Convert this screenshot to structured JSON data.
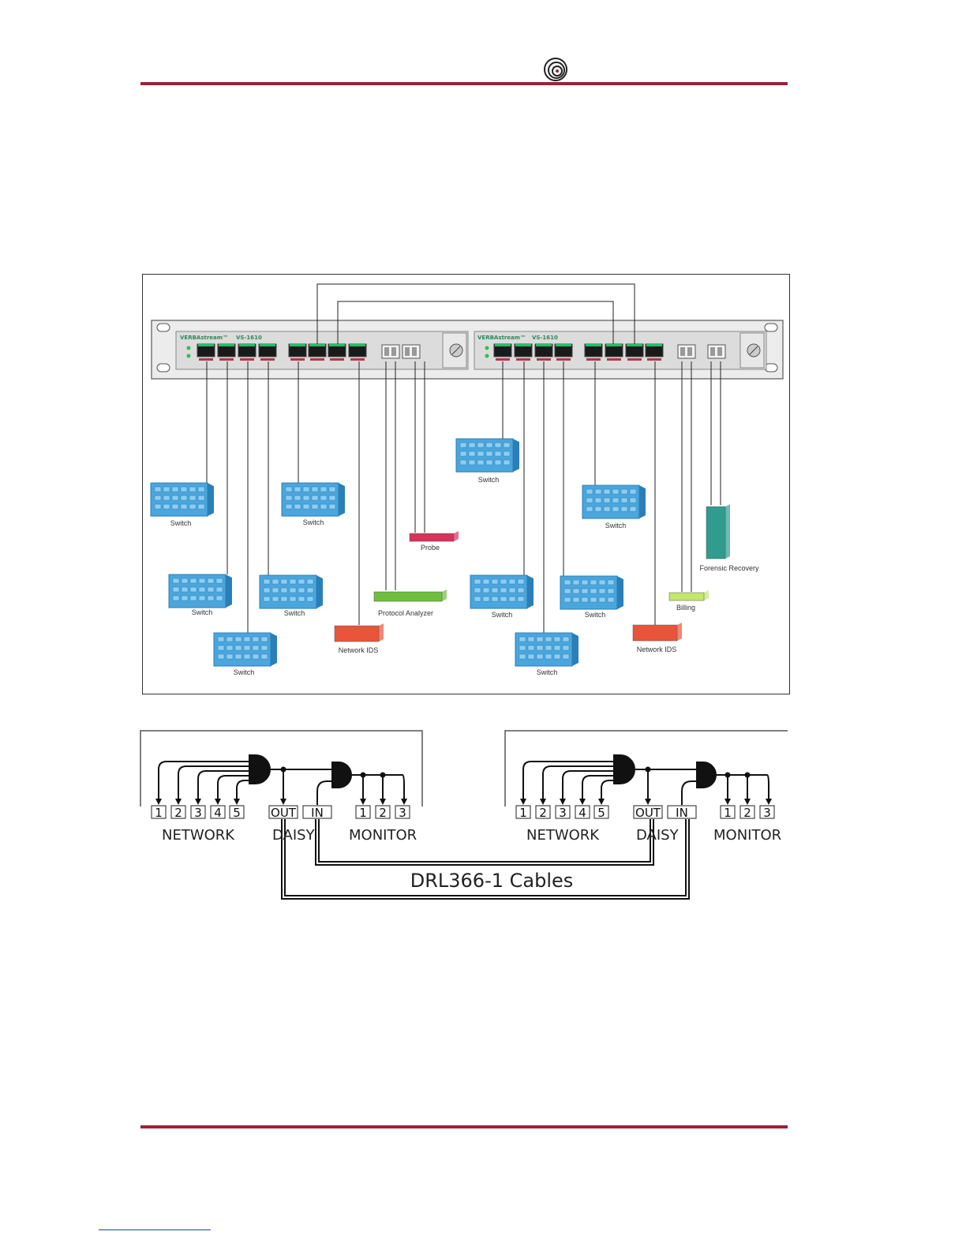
{
  "diagram1": {
    "unit_brand": "VERBAstream™",
    "unit_model": "VS-1610",
    "devices": {
      "switch_label": "Switch",
      "probe_label": "Probe",
      "protocol_analyzer_label": "Protocol Analyzer",
      "network_ids_label": "Network IDS",
      "billing_label": "Billing",
      "forensic_label": "Forensic Recovery"
    }
  },
  "diagram2": {
    "network_ports": [
      "1",
      "2",
      "3",
      "4",
      "5"
    ],
    "monitor_ports": [
      "1",
      "2",
      "3"
    ],
    "out_label": "OUT",
    "in_label": "IN",
    "network_label": "NETWORK",
    "daisy_label": "DAISY",
    "monitor_label": "MONITOR",
    "cables_label": "DRL366-1 Cables"
  },
  "colors": {
    "accent": "#9b2335",
    "switch_blue": "#4aa6dc",
    "probe": "#d8335a",
    "analyzer": "#6fbf3f",
    "ids": "#e8553a",
    "billing": "#c3e86a",
    "forensic": "#2f9c8e"
  }
}
